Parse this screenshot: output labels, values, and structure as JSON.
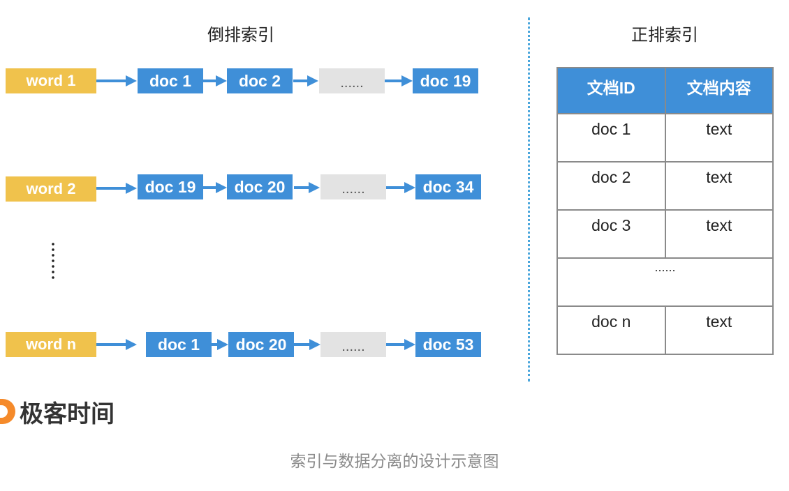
{
  "inverted_index": {
    "title": "倒排索引",
    "rows": [
      {
        "word": "word 1",
        "docs": [
          "doc 1",
          "doc 2",
          "......",
          "doc 19"
        ]
      },
      {
        "word": "word 2",
        "docs": [
          "doc 19",
          "doc 20",
          "......",
          "doc 34"
        ]
      },
      {
        "word": "word n",
        "docs": [
          "doc 1",
          "doc 20",
          "......",
          "doc 53"
        ]
      }
    ]
  },
  "forward_index": {
    "title": "正排索引",
    "headers": [
      "文档ID",
      "文档内容"
    ],
    "rows": [
      [
        "doc 1",
        "text"
      ],
      [
        "doc 2",
        "text"
      ],
      [
        "doc 3",
        "text"
      ],
      [
        "......"
      ],
      [
        "doc n",
        "text"
      ]
    ]
  },
  "logo": {
    "text": "极客时间"
  },
  "caption": "索引与数据分离的设计示意图",
  "colors": {
    "word_box": "#f0c24c",
    "doc_box": "#3f8fd8",
    "ellipsis_box": "#e3e3e3",
    "divider": "#4aa6dc",
    "logo_accent": "#f58a2a"
  }
}
